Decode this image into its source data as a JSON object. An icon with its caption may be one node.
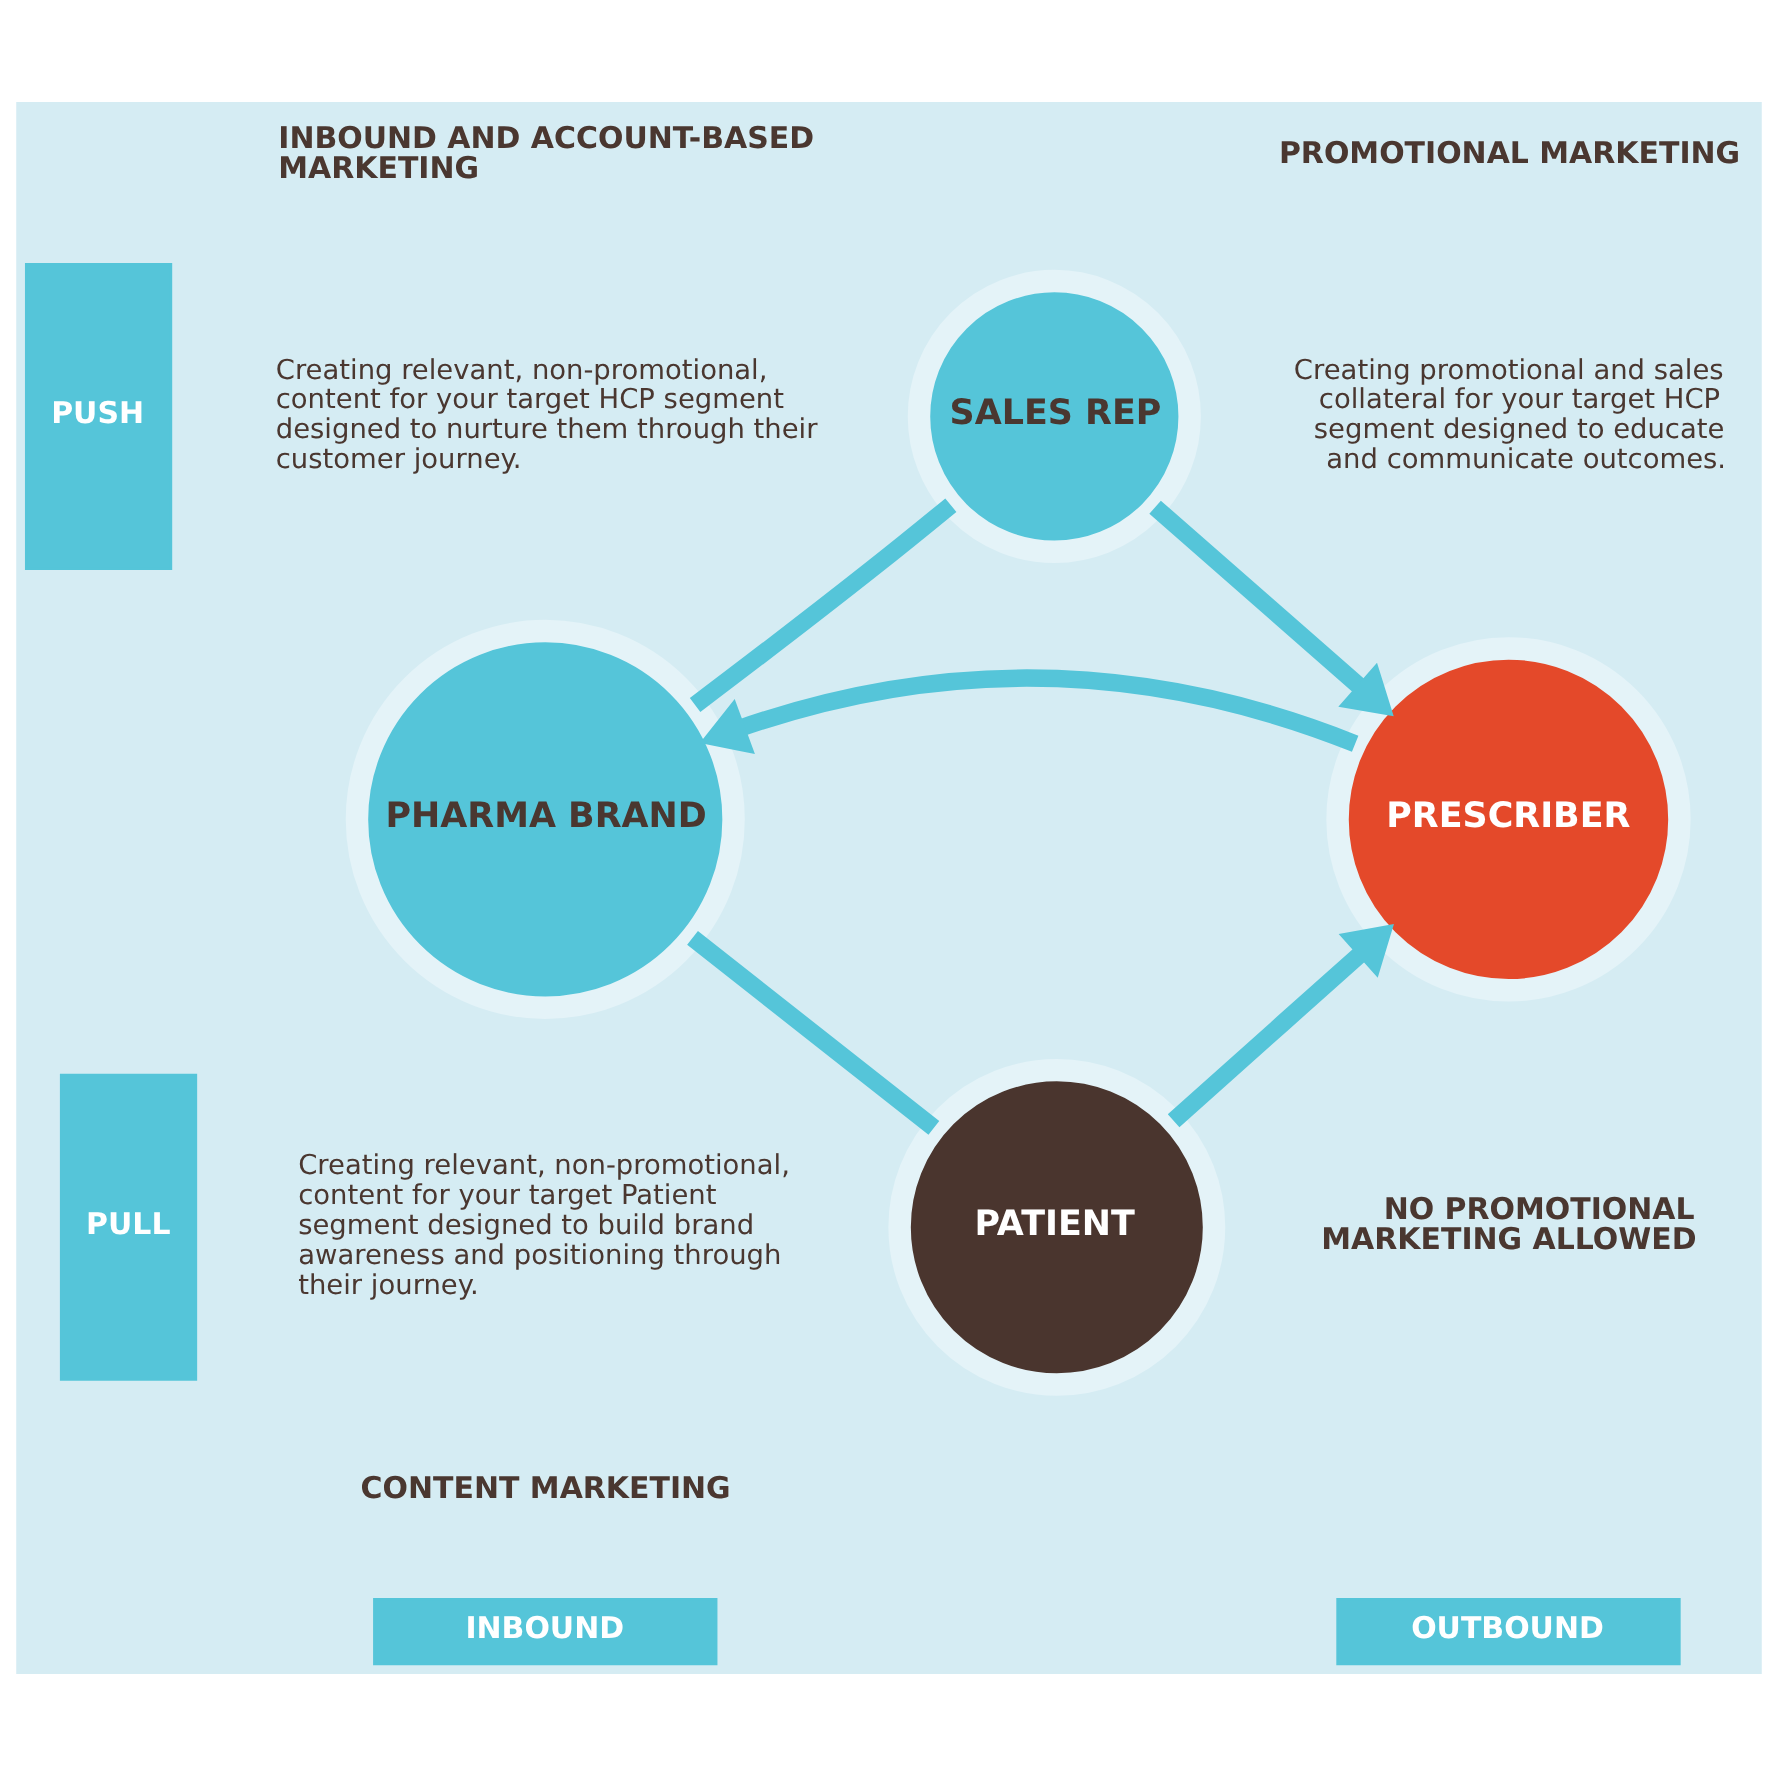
{
  "diagram": {
    "nodes": [
      {
        "text": [
          "PUSH"
        ]
      },
      {
        "text": [
          "SALES REP"
        ]
      },
      {
        "text": [
          "PHARMA BRAND"
        ]
      },
      {
        "text": [
          "PRESCRIBER"
        ]
      },
      {
        "text": [
          "PULL"
        ]
      },
      {
        "text": [
          "PATIENT"
        ]
      },
      {
        "text": [
          "INBOUND"
        ]
      },
      {
        "text": [
          "OUTBOUND"
        ]
      }
    ],
    "edges": [
      {
        "from": 2,
        "to": 1,
        "arrow": "none"
      },
      {
        "from": 1,
        "to": 3,
        "arrow": "to"
      },
      {
        "from": 3,
        "to": 2,
        "arrow": "to"
      },
      {
        "from": 2,
        "to": 5,
        "arrow": "none"
      },
      {
        "from": 5,
        "to": 3,
        "arrow": "to"
      }
    ],
    "labels": [
      "INBOUND AND ACCOUNT-BASED MARKETING",
      "Creating relevant, non-promotional, content for your target HCP segment designed to nurture them through their customer journey.",
      "PROMOTIONAL MARKETING",
      "Creating promotional and sales collateral for your target HCP segment designed to educate and communicate outcomes.",
      "Creating relevant, non-promotional, content for your target Patient segment designed to build brand awareness and positioning through their journey.",
      "NO PROMOTIONAL MARKETING ALLOWED",
      "CONTENT MARKETING"
    ]
  }
}
